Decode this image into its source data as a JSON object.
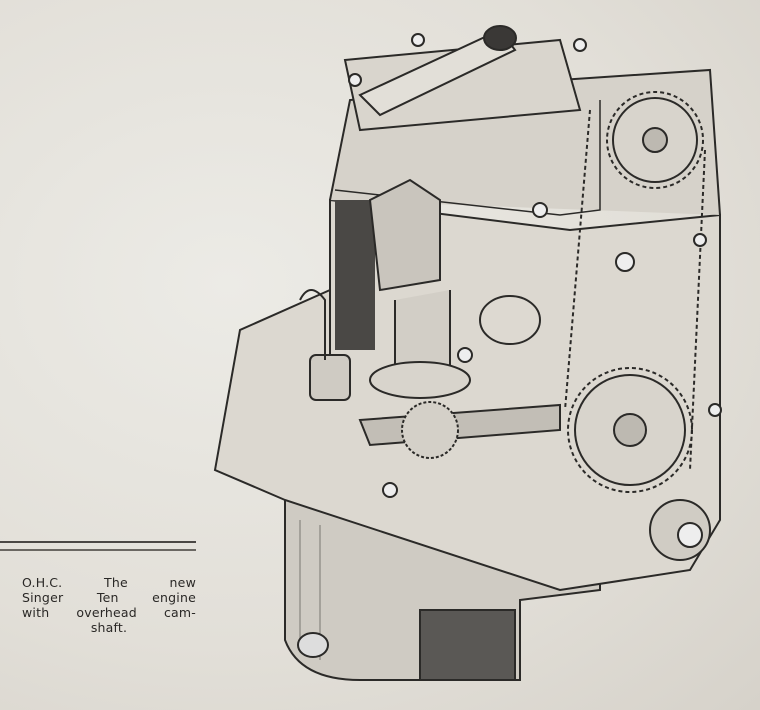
{
  "caption": {
    "lines": [
      "O.H.C.  The new",
      "Singer Ten engine",
      "with overhead cam-",
      "shaft."
    ]
  },
  "colors": {
    "paper": "#e7e4dd",
    "ink": "#2a2826"
  }
}
